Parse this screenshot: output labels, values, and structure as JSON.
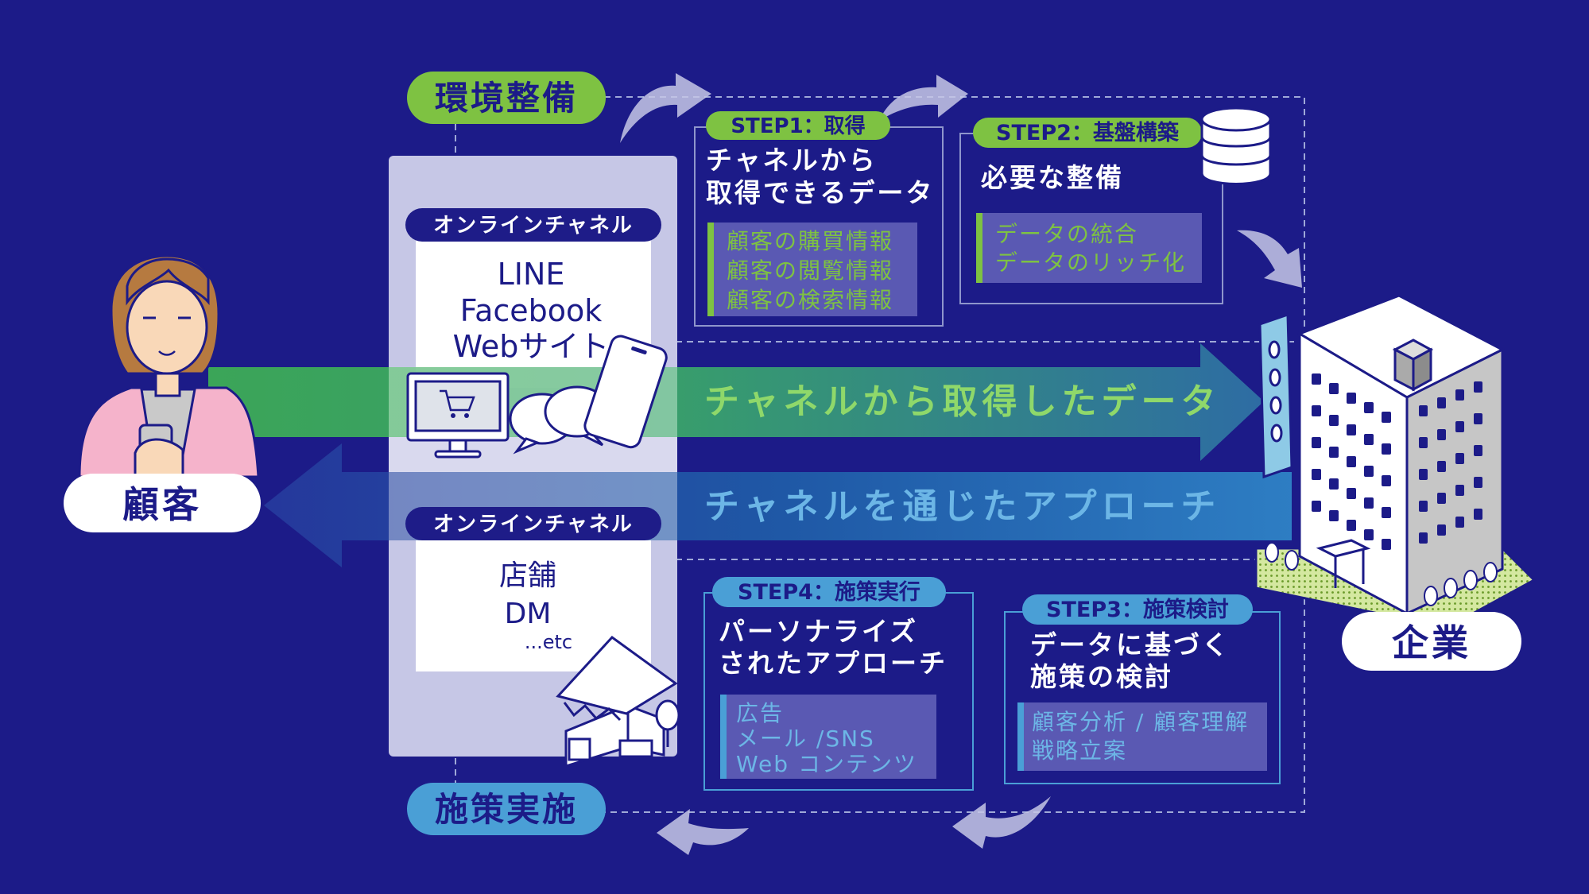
{
  "labels": {
    "env_setup": "環境整備",
    "measure_impl": "施策実施",
    "customer": "顧客",
    "company": "企業",
    "online_channel_1": "オンラインチャネル",
    "online_channel_2": "オンラインチャネル",
    "channels_online": [
      "LINE",
      "Facebook",
      "Webサイト"
    ],
    "channels_offline": [
      "店舗",
      "DM"
    ],
    "etc": "...etc",
    "arrow_data": "チャネルから取得したデータ",
    "arrow_approach": "チャネルを通じたアプローチ"
  },
  "steps": {
    "step1": {
      "tag": "STEP1：取得",
      "title": [
        "チャネルから",
        "取得できるデータ"
      ],
      "items": [
        "顧客の購買情報",
        "顧客の閲覧情報",
        "顧客の検索情報"
      ]
    },
    "step2": {
      "tag": "STEP2：基盤構築",
      "title": [
        "必要な整備"
      ],
      "items": [
        "データの統合",
        "データのリッチ化"
      ]
    },
    "step3": {
      "tag": "STEP3：施策検討",
      "title": [
        "データに基づく",
        "施策の検討"
      ],
      "items": [
        "顧客分析 / 顧客理解",
        "戦略立案"
      ]
    },
    "step4": {
      "tag": "STEP4：施策実行",
      "title": [
        "パーソナライズ",
        "されたアプローチ"
      ],
      "items": [
        "広告",
        "メール /SNS",
        "Web コンテンツ"
      ]
    }
  },
  "colors": {
    "background": "#1c1b88",
    "green": "#7ec242",
    "light_blue": "#4a9fd6",
    "panel": "#c6c7e6",
    "step_list_bg": "#5a59b3"
  }
}
